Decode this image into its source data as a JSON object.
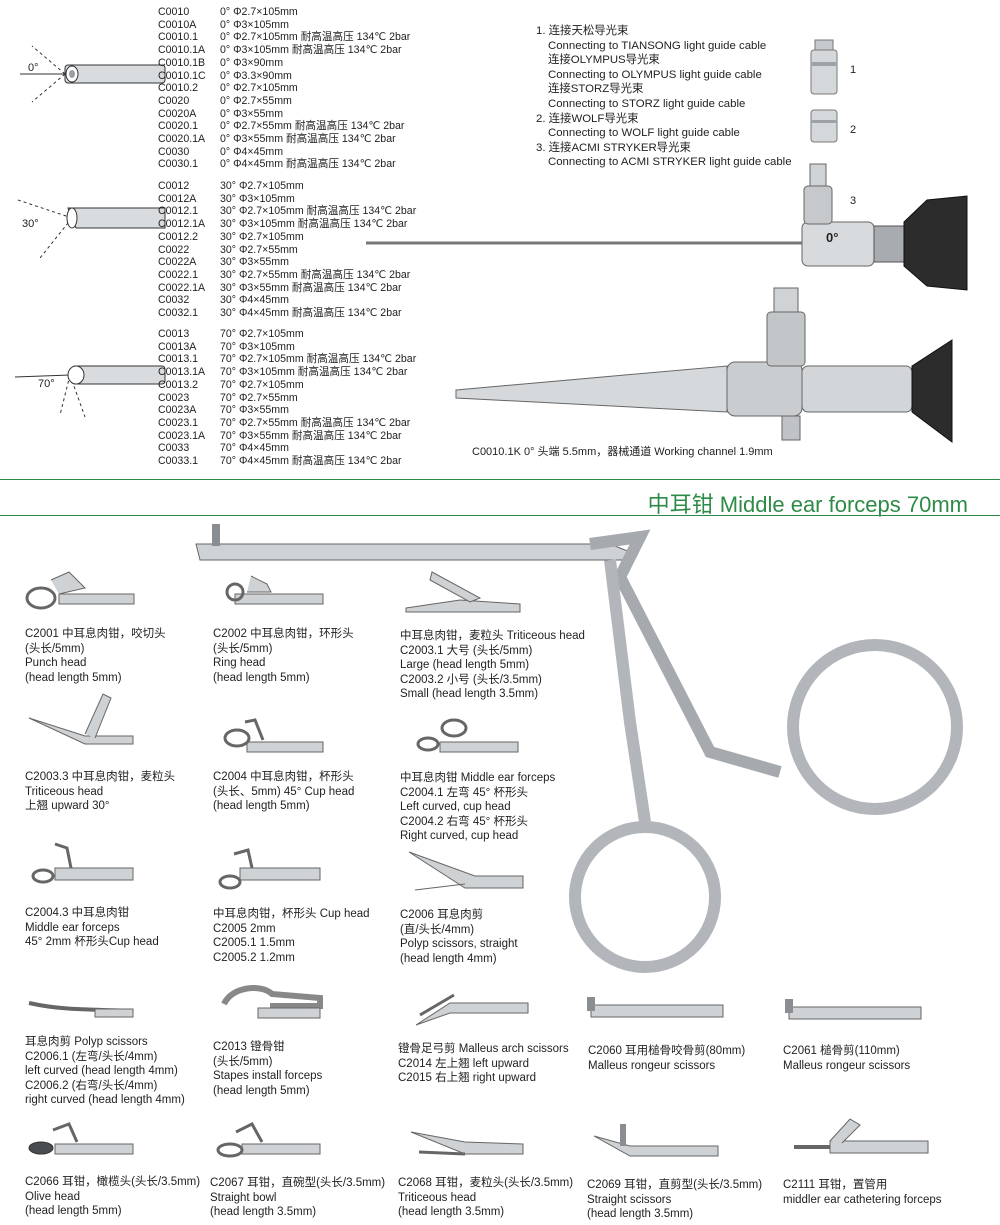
{
  "endoscope_groups": [
    {
      "angle_label": "0°",
      "rows": [
        {
          "code": "C0010",
          "spec": "0° Φ2.7×105mm"
        },
        {
          "code": "C0010A",
          "spec": "0° Φ3×105mm"
        },
        {
          "code": "C0010.1",
          "spec": "0° Φ2.7×105mm 耐高温高压 134℃ 2bar"
        },
        {
          "code": "C0010.1A",
          "spec": "0° Φ3×105mm 耐高温高压 134℃ 2bar"
        },
        {
          "code": "C0010.1B",
          "spec": "0° Φ3×90mm"
        },
        {
          "code": "C0010.1C",
          "spec": "0° Φ3.3×90mm"
        },
        {
          "code": "C0010.2",
          "spec": "0° Φ2.7×105mm"
        },
        {
          "code": "C0020",
          "spec": "0° Φ2.7×55mm"
        },
        {
          "code": "C0020A",
          "spec": "0° Φ3×55mm"
        },
        {
          "code": "C0020.1",
          "spec": "0° Φ2.7×55mm 耐高温高压 134℃ 2bar"
        },
        {
          "code": "C0020.1A",
          "spec": "0° Φ3×55mm 耐高温高压 134℃ 2bar"
        },
        {
          "code": "C0030",
          "spec": "0° Φ4×45mm"
        },
        {
          "code": "C0030.1",
          "spec": "0° Φ4×45mm 耐高温高压 134℃ 2bar"
        }
      ]
    },
    {
      "angle_label": "30°",
      "rows": [
        {
          "code": "C0012",
          "spec": "30° Φ2.7×105mm"
        },
        {
          "code": "C0012A",
          "spec": "30° Φ3×105mm"
        },
        {
          "code": "C0012.1",
          "spec": "30° Φ2.7×105mm 耐高温高压 134℃ 2bar"
        },
        {
          "code": "C0012.1A",
          "spec": "30° Φ3×105mm 耐高温高压 134℃ 2bar"
        },
        {
          "code": "C0012.2",
          "spec": "30° Φ2.7×105mm"
        },
        {
          "code": "C0022",
          "spec": "30° Φ2.7×55mm"
        },
        {
          "code": "C0022A",
          "spec": "30° Φ3×55mm"
        },
        {
          "code": "C0022.1",
          "spec": "30° Φ2.7×55mm 耐高温高压 134℃ 2bar"
        },
        {
          "code": "C0022.1A",
          "spec": "30° Φ3×55mm 耐高温高压 134℃ 2bar"
        },
        {
          "code": "C0032",
          "spec": "30° Φ4×45mm"
        },
        {
          "code": "C0032.1",
          "spec": "30° Φ4×45mm 耐高温高压 134℃ 2bar"
        }
      ]
    },
    {
      "angle_label": "70°",
      "rows": [
        {
          "code": "C0013",
          "spec": "70° Φ2.7×105mm"
        },
        {
          "code": "C0013A",
          "spec": "70° Φ3×105mm"
        },
        {
          "code": "C0013.1",
          "spec": "70° Φ2.7×105mm 耐高温高压 134℃ 2bar"
        },
        {
          "code": "C0013.1A",
          "spec": "70° Φ3×105mm 耐高温高压 134℃ 2bar"
        },
        {
          "code": "C0013.2",
          "spec": "70° Φ2.7×105mm"
        },
        {
          "code": "C0023",
          "spec": "70° Φ2.7×55mm"
        },
        {
          "code": "C0023A",
          "spec": "70° Φ3×55mm"
        },
        {
          "code": "C0023.1",
          "spec": "70° Φ2.7×55mm 耐高温高压 134℃ 2bar"
        },
        {
          "code": "C0023.1A",
          "spec": "70° Φ3×55mm 耐高温高压 134℃ 2bar"
        },
        {
          "code": "C0033",
          "spec": "70° Φ4×45mm"
        },
        {
          "code": "C0033.1",
          "spec": "70° Φ4×45mm 耐高温高压 134℃ 2bar"
        }
      ]
    }
  ],
  "connectors": [
    {
      "zh": "1. 连接天松导光束",
      "en": "Connecting to TIANSONG light guide cable"
    },
    {
      "zh": "连接OLYMPUS导光束",
      "en": "Connecting to OLYMPUS light guide cable"
    },
    {
      "zh": "连接STORZ导光束",
      "en": "Connecting to STORZ light guide cable"
    },
    {
      "zh": "2. 连接WOLF导光束",
      "en": "Connecting to WOLF light guide cable"
    },
    {
      "zh": "3. 连接ACMI STRYKER导光束",
      "en": "Connecting to ACMI STRYKER light guide cable"
    }
  ],
  "adapter_numbers": [
    "1",
    "2",
    "3"
  ],
  "scope_marking": "0°",
  "scope_caption": "C0010.1K 0° 头端 5.5mm，器械通道 Working channel 1.9mm",
  "section_title": "中耳钳 Middle ear forceps 70mm",
  "forceps": [
    {
      "lines": [
        "C2001 中耳息肉钳，咬切头",
        "(头长/5mm)",
        "Punch head",
        "(head length 5mm)"
      ]
    },
    {
      "lines": [
        "C2002 中耳息肉钳，环形头",
        "(头长/5mm)",
        "Ring head",
        "(head length 5mm)"
      ]
    },
    {
      "lines": [
        "中耳息肉钳，麦粒头 Triticeous head",
        "C2003.1 大号 (头长/5mm)",
        "Large (head length 5mm)",
        "C2003.2 小号 (头长/3.5mm)",
        "Small (head length 3.5mm)"
      ]
    },
    {
      "lines": [
        "C2003.3 中耳息肉钳，麦粒头",
        "Triticeous head",
        "上翘 upward 30°"
      ]
    },
    {
      "lines": [
        "C2004 中耳息肉钳，杯形头",
        "(头长、5mm) 45° Cup head",
        "(head length 5mm)"
      ]
    },
    {
      "lines": [
        "中耳息肉钳 Middle ear forceps",
        "C2004.1 左弯 45° 杯形头",
        "Left curved, cup head",
        "C2004.2 右弯 45° 杯形头",
        "Right curved, cup head"
      ]
    },
    {
      "lines": [
        "C2004.3 中耳息肉钳",
        "Middle ear forceps",
        "45° 2mm 杯形头Cup head"
      ]
    },
    {
      "lines": [
        "中耳息肉钳，杯形头 Cup head",
        "C2005      2mm",
        "C2005.1   1.5mm",
        "C2005.2   1.2mm"
      ]
    },
    {
      "lines": [
        "C2006 耳息肉剪",
        "(直/头长/4mm)",
        "Polyp scissors, straight",
        "(head length 4mm)"
      ]
    },
    {
      "lines": [
        "耳息肉剪 Polyp scissors",
        "C2006.1 (左弯/头长/4mm)",
        "left curved (head length 4mm)",
        "C2006.2 (右弯/头长/4mm)",
        "right curved (head length 4mm)"
      ]
    },
    {
      "lines": [
        "C2013 镫骨钳",
        "(头长/5mm)",
        "Stapes install forceps",
        "(head length 5mm)"
      ]
    },
    {
      "lines": [
        "镫骨足弓剪 Malleus arch scissors",
        "C2014  左上翘  left upward",
        "C2015  右上翘  right upward"
      ]
    },
    {
      "lines": [
        "C2060 耳用槌骨咬骨剪(80mm)",
        "Malleus rongeur scissors"
      ]
    },
    {
      "lines": [
        "C2061 槌骨剪(110mm)",
        "Malleus rongeur scissors"
      ]
    },
    {
      "lines": [
        "C2066 耳钳，橄榄头(头长/3.5mm)",
        "Olive head",
        "(head length 5mm)"
      ]
    },
    {
      "lines": [
        "C2067 耳钳，直碗型(头长/3.5mm)",
        "Straight bowl",
        "(head length 3.5mm)"
      ]
    },
    {
      "lines": [
        "C2068  耳钳，麦粒头(头长/3.5mm)",
        "Triticeous head",
        "(head length 3.5mm)"
      ]
    },
    {
      "lines": [
        "C2069 耳钳，直剪型(头长/3.5mm)",
        "Straight scissors",
        "(head length 3.5mm)"
      ]
    },
    {
      "lines": [
        "C2111 耳钳，置管用",
        "middler ear cathetering forceps"
      ]
    }
  ],
  "colors": {
    "accent": "#2e8b47",
    "metal": "#b8bcc0",
    "dark_metal": "#5e6266",
    "text": "#222222"
  }
}
